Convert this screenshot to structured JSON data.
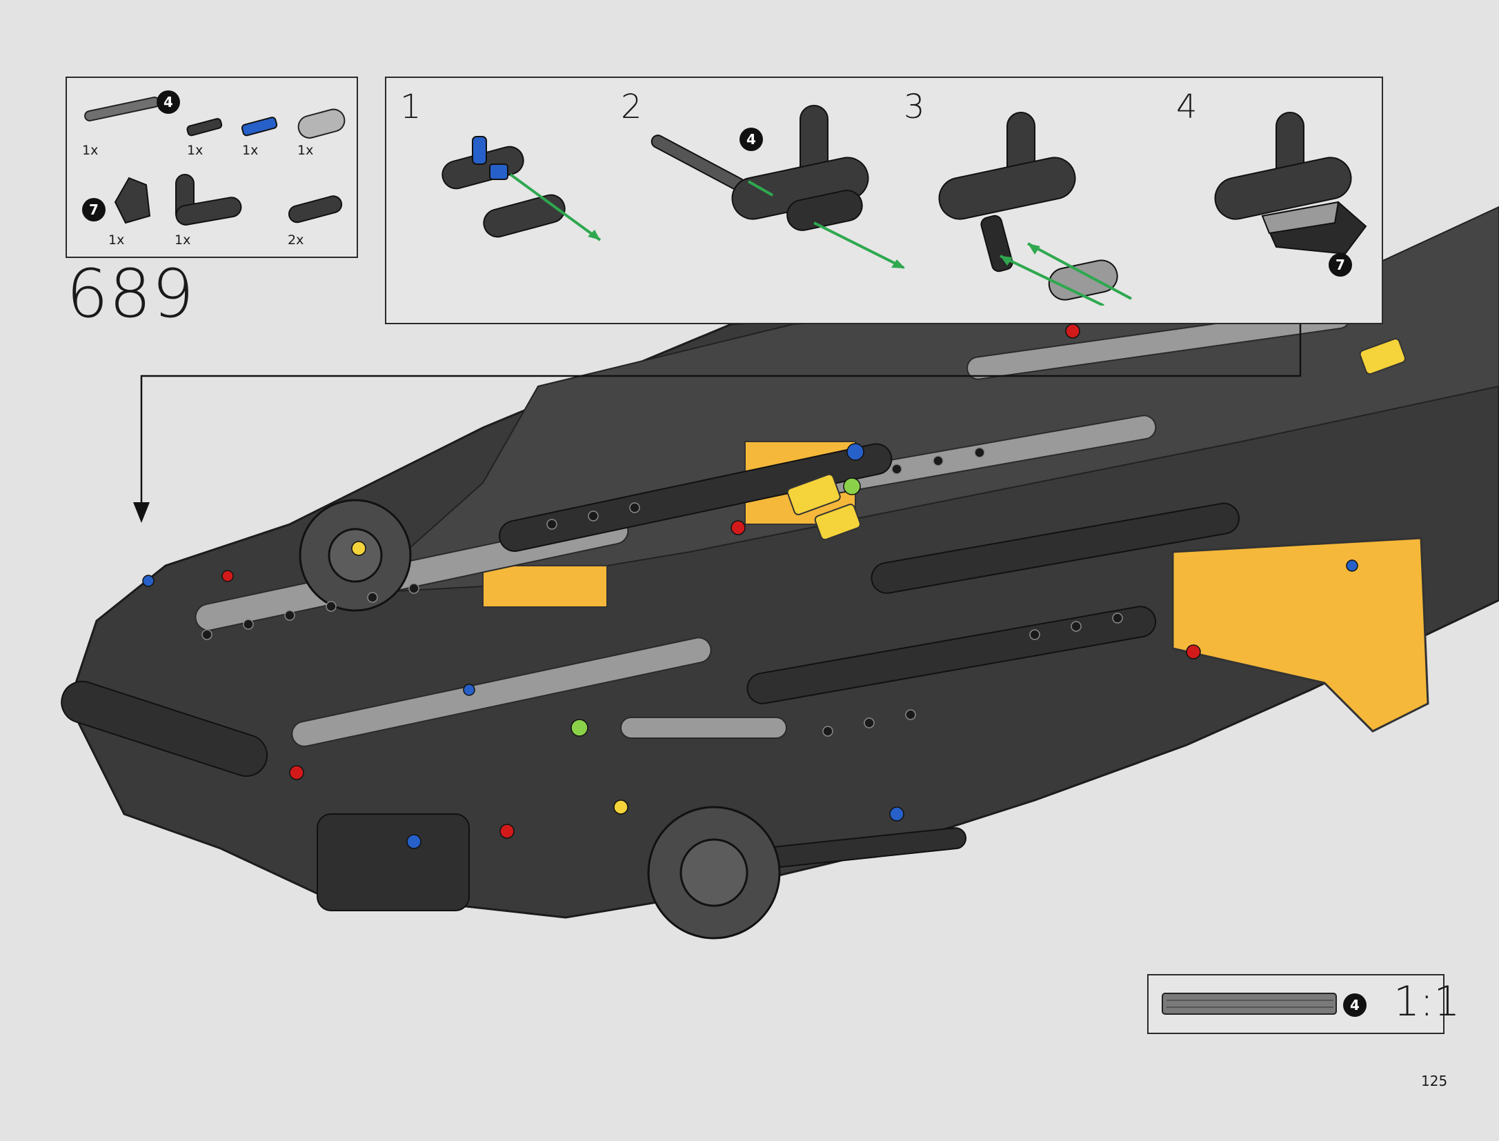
{
  "parts_list": {
    "items": [
      {
        "name": "axle-4",
        "badge": "4",
        "qty": "1x"
      },
      {
        "name": "axle-pin",
        "qty": "1x"
      },
      {
        "name": "blue-axle-pin",
        "qty": "1x"
      },
      {
        "name": "grey-beam-2",
        "qty": "1x"
      },
      {
        "name": "panel-element",
        "badge": "7",
        "qty": "1x"
      },
      {
        "name": "l-beam",
        "qty": "1x"
      },
      {
        "name": "beam-3",
        "qty": "2x"
      }
    ]
  },
  "step": {
    "number": "689"
  },
  "substeps": [
    {
      "label": "1"
    },
    {
      "label": "2",
      "badge": "4"
    },
    {
      "label": "3"
    },
    {
      "label": "4",
      "badge": "7"
    }
  ],
  "scale_box": {
    "badge": "4",
    "ratio": "1:1"
  },
  "page": {
    "number": "125"
  },
  "colors": {
    "background": "#e3e3e3",
    "dark_grey": "#3c3c3c",
    "light_grey": "#9a9a9a",
    "yellow": "#f5b83a",
    "blue": "#2660c8",
    "red": "#d31a1a",
    "green_arrow": "#2fa84f"
  }
}
